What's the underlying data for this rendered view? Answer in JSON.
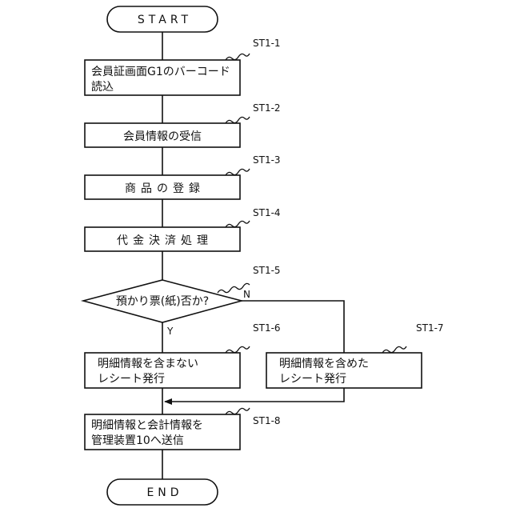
{
  "flowchart": {
    "start": "START",
    "end": "END",
    "steps": [
      {
        "id": "ST1-1",
        "lines": [
          "会員証画面G1のバーコード",
          "読込"
        ]
      },
      {
        "id": "ST1-2",
        "lines": [
          "会員情報の受信"
        ]
      },
      {
        "id": "ST1-3",
        "lines": [
          "商品の登録"
        ]
      },
      {
        "id": "ST1-4",
        "lines": [
          "代金決済処理"
        ]
      },
      {
        "id": "ST1-5",
        "lines": [
          "預かり票(紙)否か?"
        ]
      },
      {
        "id": "ST1-6",
        "lines": [
          "明細情報を含まない",
          "レシート発行"
        ]
      },
      {
        "id": "ST1-7",
        "lines": [
          "明細情報を含めた",
          "レシート発行"
        ]
      },
      {
        "id": "ST1-8",
        "lines": [
          "明細情報と会計情報を",
          "管理装置10へ送信"
        ]
      }
    ],
    "branch_yes": "Y",
    "branch_no": "N"
  }
}
